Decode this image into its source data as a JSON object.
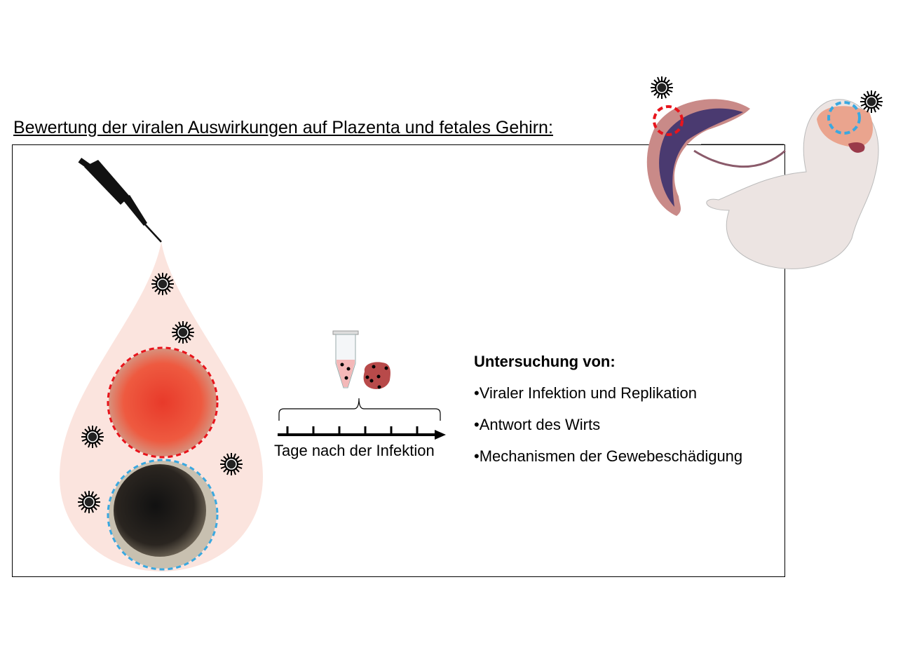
{
  "title": "Bewertung der viralen Auswirkungen auf Plazenta und fetales Gehirn:",
  "timeline": {
    "label": "Tage nach der Infektion",
    "ticks": 6
  },
  "study": {
    "heading": "Untersuchung von:",
    "items": [
      "•Viraler Infektion und Replikation",
      "•Antwort des Wirts",
      "•Mechanismen der Gewebeschädigung"
    ]
  },
  "colors": {
    "placenta_marker": "#e8141c",
    "brain_marker": "#3aa8e0",
    "droplet": "#fbe4de"
  },
  "icons": [
    "pipette-icon",
    "virus-icon",
    "tube-icon",
    "organoid-icon",
    "fetus-placenta-illustration"
  ]
}
